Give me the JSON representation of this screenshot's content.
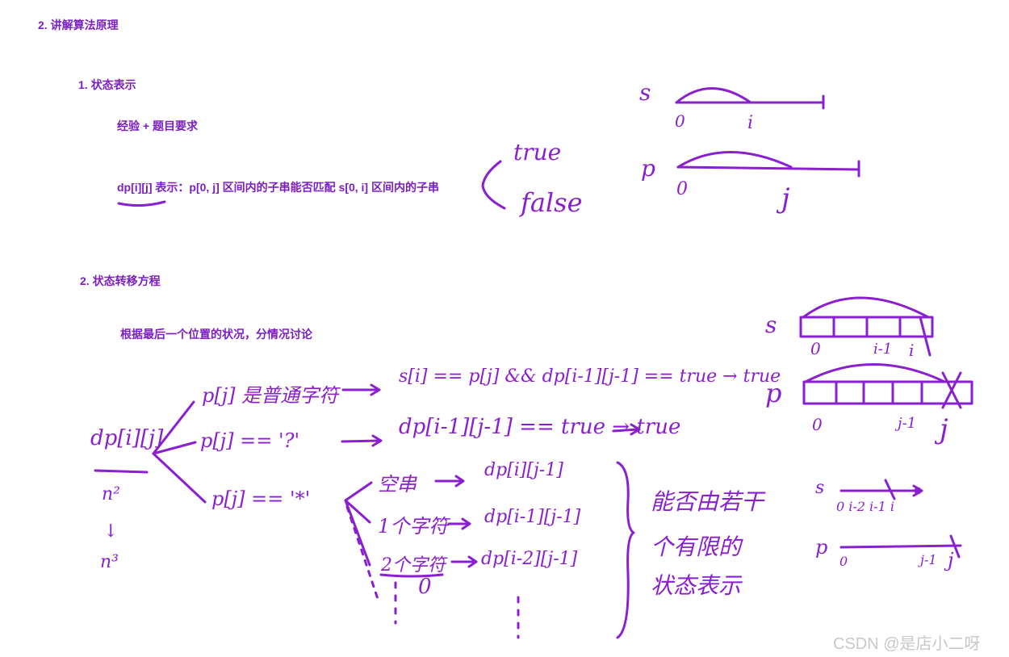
{
  "headings": {
    "h_explain": "2. 讲解算法原理",
    "h_state": "1. 状态表示",
    "h_experience": "经验 + 题目要求",
    "h_def": "dp[i][j] 表示：p[0, j] 区间内的子串能否匹配 s[0, i] 区间内的子串",
    "h_transition": "2. 状态转移方程",
    "h_last": "根据最后一个位置的状况，分情况讨论"
  },
  "hand": {
    "true1": "true",
    "false1": "false",
    "s1": "s",
    "zero_s1": "0",
    "i_s1": "i",
    "p1": "p",
    "zero_p1": "0",
    "j_p1": "j",
    "dpij": "dp[i][j]",
    "n2": "n²",
    "arrow_down": "↓",
    "n3": "n³",
    "case1": "p[j] 是普通字符",
    "case1_res": "s[i] == p[j]  &&  dp[i-1][j-1] == true → true",
    "case2": "p[j] == '?'",
    "case2_res": "dp[i-1][j-1] == true  →  true",
    "case3": "p[j] == '*'",
    "sub1": "空串",
    "sub1_res": "dp[i][j-1]",
    "sub2": "1个字符",
    "sub2_res": "dp[i-1][j-1]",
    "sub3": "2个字符",
    "sub3_res": "dp[i-2][j-1]",
    "sub_zero": "0",
    "note1": "能否由若干",
    "note2": "个有限的",
    "note3": "状态表示",
    "s2": "s",
    "zero_s2": "0",
    "im1_s2": "i-1",
    "i_s2": "i",
    "p2": "p",
    "zero_p2": "0",
    "jm1_p2": "j-1",
    "j_p2": "j",
    "s3": "s",
    "s3_ticks": "0  i-2  i-1  i",
    "p3": "p",
    "zero_p3": "0",
    "jm1_p3": "j-1",
    "j_p3": "j"
  },
  "watermark": "CSDN @是店小二呀",
  "colors": {
    "ink": "#8a1fd0",
    "heading": "#7b1fc4",
    "watermark": "#c8c8c8"
  }
}
